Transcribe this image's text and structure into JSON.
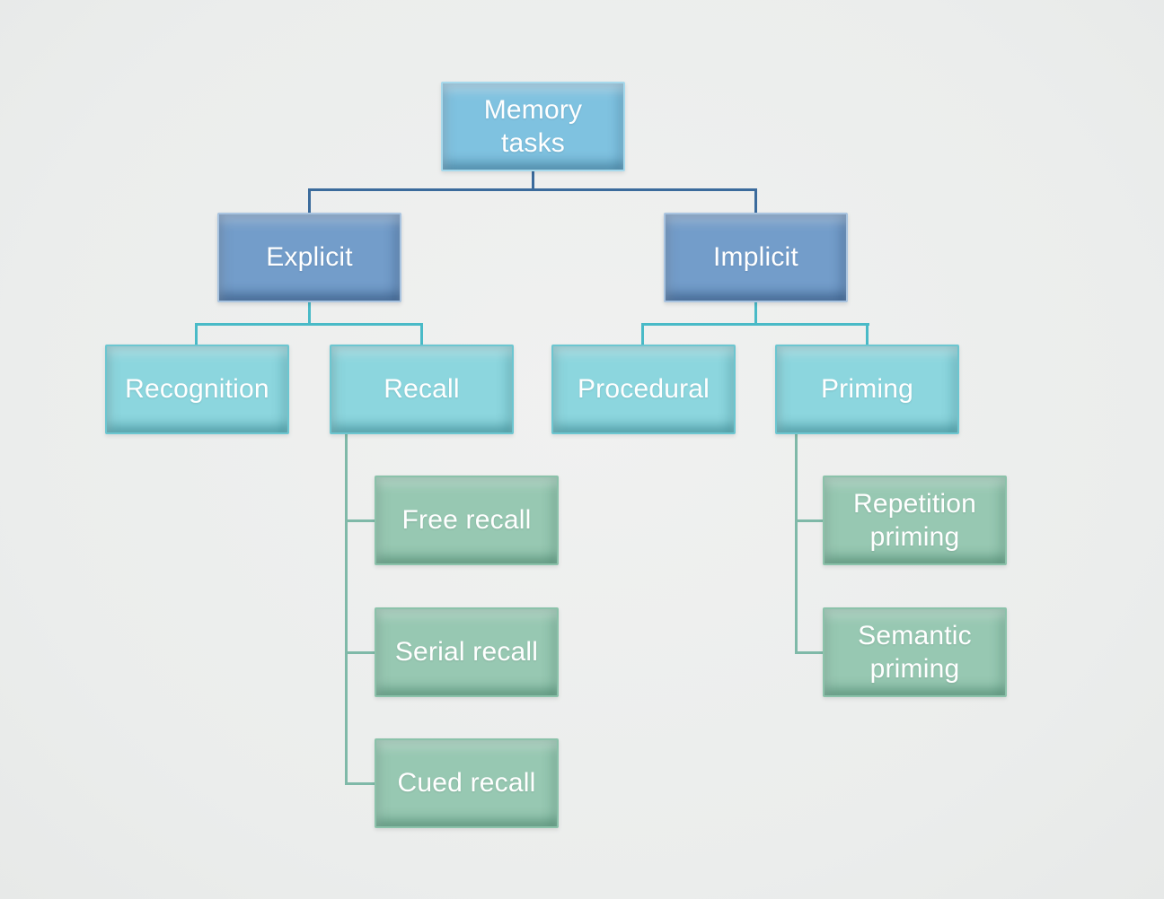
{
  "diagram": {
    "type": "hierarchy-tree",
    "background_color": "#edeeed",
    "text_color": "#ffffff",
    "colors": {
      "root_fill": "#7fc2e0",
      "level1_fill": "#739dca",
      "level2_fill": "#8cd6de",
      "level3_fill": "#97c8b2",
      "connector_level1": "#3b6b9c",
      "connector_level2": "#49bac7",
      "connector_level3": "#7fb9a8"
    },
    "nodes": {
      "memory_tasks": {
        "label": "Memory tasks"
      },
      "explicit": {
        "label": "Explicit"
      },
      "implicit": {
        "label": "Implicit"
      },
      "recognition": {
        "label": "Recognition"
      },
      "recall": {
        "label": "Recall"
      },
      "procedural": {
        "label": "Procedural"
      },
      "priming": {
        "label": "Priming"
      },
      "free_recall": {
        "label": "Free recall"
      },
      "serial_recall": {
        "label": "Serial recall"
      },
      "cued_recall": {
        "label": "Cued recall"
      },
      "repetition_priming": {
        "label": "Repetition priming"
      },
      "semantic_priming": {
        "label": "Semantic priming"
      }
    },
    "hierarchy": [
      {
        "parent": "Memory tasks",
        "children": [
          "Explicit",
          "Implicit"
        ]
      },
      {
        "parent": "Explicit",
        "children": [
          "Recognition",
          "Recall"
        ]
      },
      {
        "parent": "Implicit",
        "children": [
          "Procedural",
          "Priming"
        ]
      },
      {
        "parent": "Recall",
        "children": [
          "Free recall",
          "Serial recall",
          "Cued recall"
        ]
      },
      {
        "parent": "Priming",
        "children": [
          "Repetition priming",
          "Semantic priming"
        ]
      }
    ]
  }
}
